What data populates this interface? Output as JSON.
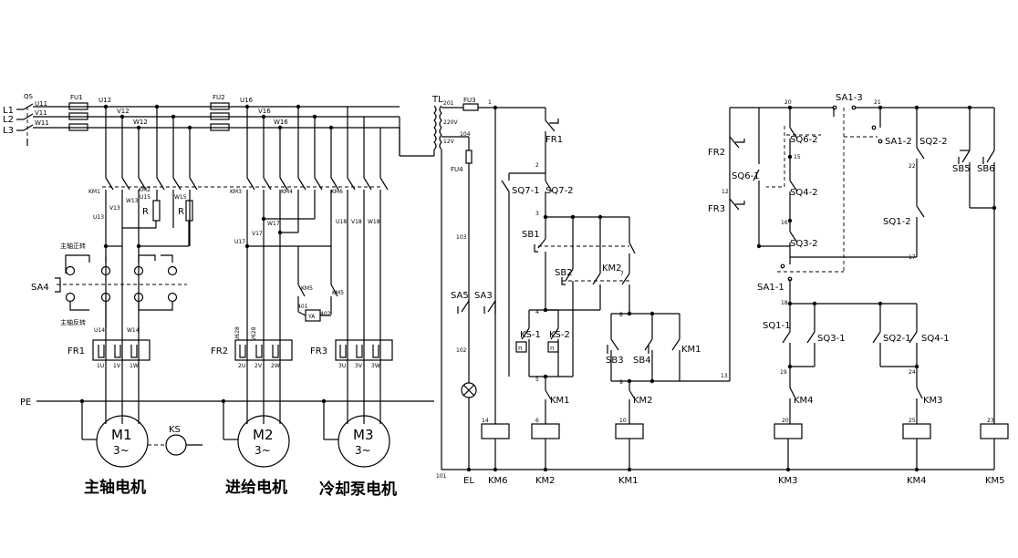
{
  "power": {
    "phases": [
      "L1",
      "L2",
      "L3"
    ],
    "qs": "QS",
    "supply": [
      "U11",
      "V11",
      "W11"
    ],
    "fu1": "FU1",
    "fu2": "FU2",
    "u12": "U12",
    "v12": "V12",
    "w12": "W12",
    "u16": "U16",
    "v16": "V16",
    "w16": "W16",
    "km1": "KM1",
    "km2": "KM2",
    "km3": "KM3",
    "km4": "KM4",
    "km5": "KM5",
    "km6": "KM6",
    "u13": "U13",
    "v13": "V13",
    "w13": "W13",
    "u15": "U15",
    "w15": "W15",
    "r": "R",
    "u17": "U17",
    "v17": "V17",
    "w17": "W17",
    "u18": "U18",
    "v18": "V18",
    "w18": "W18",
    "fwd": "主轴正转",
    "rev": "主轴反转",
    "sa4": "SA4",
    "u14": "U14",
    "w14": "W14",
    "fr1": "FR1",
    "fr2": "FR2",
    "fr3": "FR3",
    "fr1t": [
      "1U",
      "1V",
      "1W"
    ],
    "fr2t": [
      "2U",
      "2V",
      "2W"
    ],
    "fr3t": [
      "3U",
      "3V",
      "3W"
    ],
    "u628": "U628",
    "v628": "V628",
    "n401": "401",
    "n402": "402",
    "ya": "YA",
    "pe": "PE",
    "m1": "M1",
    "m2": "M2",
    "m3": "M3",
    "ks": "KS",
    "three": "3~",
    "cap1": "主轴电机",
    "cap2": "进给电机",
    "cap3": "冷却泵电机"
  },
  "control": {
    "tl": "TL",
    "fu3": "FU3",
    "n201": "201",
    "v220": "220V",
    "n104": "104",
    "v12v": "12V",
    "fu4": "FU4",
    "n1": "1",
    "fr1": "FR1",
    "n2": "2",
    "sq71": "SQ7-1",
    "sq72": "SQ7-2",
    "n3": "3",
    "sb1": "SB1",
    "sb2": "SB2",
    "km2": "KM2",
    "n7": "7",
    "n4": "4",
    "ks1": "KS-1",
    "ks2": "KS-2",
    "n8": "8",
    "sb3": "SB3",
    "sb4": "SB4",
    "km1": "KM1",
    "n5": "5",
    "n9": "9",
    "n13": "13",
    "n103": "103",
    "sa5": "SA5",
    "sa3": "SA3",
    "n102": "102",
    "n14": "14",
    "n6": "6",
    "n10": "10",
    "n101": "101",
    "el": "EL",
    "km6": "KM6",
    "c_km2": "KM2",
    "c_km1": "KM1",
    "fr2": "FR2",
    "sq61": "SQ6-1",
    "n12": "12",
    "fr3": "FR3",
    "n20": "20",
    "sa13": "SA1-3",
    "n21": "21",
    "sq62": "SQ6-2",
    "sa12": "SA1-2",
    "sq22": "SQ2-2",
    "sb5": "SB5",
    "sb6": "SB6",
    "n15": "15",
    "n22": "22",
    "sq42": "SQ4-2",
    "n16": "16",
    "sq12": "SQ1-2",
    "sq32": "SQ3-2",
    "n17": "17",
    "sa11": "SA1-1",
    "n18": "18",
    "sq11": "SQ1-1",
    "sq31": "SQ3-1",
    "sq21": "SQ2-1",
    "sq41": "SQ4-1",
    "n19": "19",
    "n24": "24",
    "km4": "KM4",
    "km3": "KM3",
    "n20b": "20",
    "n25": "25",
    "n23": "23",
    "c_km3": "KM3",
    "c_km4": "KM4",
    "c_km5": "KM5"
  }
}
